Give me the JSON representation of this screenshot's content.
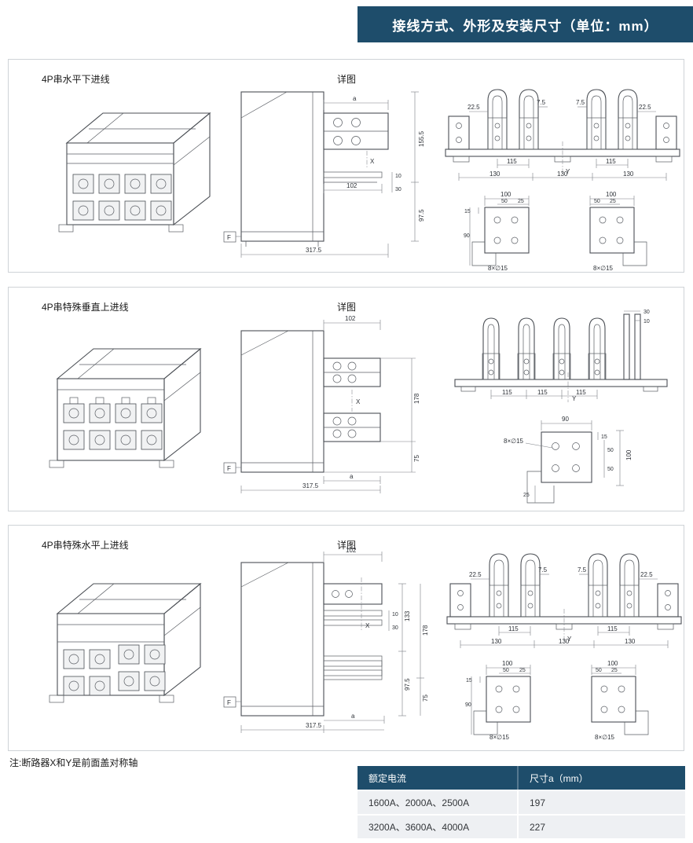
{
  "header": {
    "title": "接线方式、外形及安装尺寸（单位：mm）"
  },
  "sections": [
    {
      "label": "4P串水平下进线",
      "detail": "详图",
      "side": {
        "a": "a",
        "x": "X",
        "w102": "102",
        "h10": "10",
        "h30": "30",
        "h155": "155.5",
        "h97": "97.5",
        "f": "F",
        "w317": "317.5"
      },
      "bus": {
        "l225": "22.5",
        "l75": "7.5",
        "r75": "7.5",
        "r225": "22.5",
        "p115l": "115",
        "y": "Y",
        "p115r": "115",
        "b130a": "130",
        "b130b": "130",
        "b130c": "130"
      },
      "mountL": {
        "w100": "100",
        "w50": "50",
        "w25": "25",
        "h15": "15",
        "h90": "90",
        "holes": "8×∅15"
      },
      "mountR": {
        "w100": "100",
        "w50": "50",
        "w25": "25",
        "holes": "8×∅15"
      }
    },
    {
      "label": "4P串特殊垂直上进线",
      "detail": "详图",
      "side": {
        "w102": "102",
        "x": "X",
        "h178": "178",
        "h75": "75",
        "f": "F",
        "a": "a",
        "w317": "317.5"
      },
      "bus": {
        "t30": "30",
        "t10": "10",
        "p115a": "115",
        "p115b": "115",
        "p115c": "115",
        "y": "Y"
      },
      "mount": {
        "holes": "8×∅15",
        "w90": "90",
        "h15": "15",
        "h50a": "50",
        "h50b": "50",
        "h100": "100",
        "h25": "25"
      }
    },
    {
      "label": "4P串特殊水平上进线",
      "detail": "详图",
      "side": {
        "w102": "102",
        "x": "X",
        "h10": "10",
        "h30": "30",
        "h133": "133",
        "h178": "178",
        "h97": "97.5",
        "h75": "75",
        "f": "F",
        "w317": "317.5",
        "a": "a"
      },
      "bus": {
        "l225": "22.5",
        "l75": "7.5",
        "r75": "7.5",
        "r225": "22.5",
        "p115l": "115",
        "y": "Y",
        "p115r": "115",
        "b130a": "130",
        "b130b": "130",
        "b130c": "130"
      },
      "mountL": {
        "w100": "100",
        "w50": "50",
        "w25": "25",
        "h15": "15",
        "h90": "90",
        "holes": "8×∅15"
      },
      "mountR": {
        "w100": "100",
        "w50": "50",
        "w25": "25",
        "holes": "8×∅15"
      }
    }
  ],
  "note": "注:断路器X和Y是前面盖对称轴",
  "table": {
    "col1": "额定电流",
    "col2": "尺寸a（mm）",
    "rows": [
      {
        "current": "1600A、2000A、2500A",
        "dim_a": "197"
      },
      {
        "current": "3200A、3600A、4000A",
        "dim_a": "227"
      }
    ]
  }
}
